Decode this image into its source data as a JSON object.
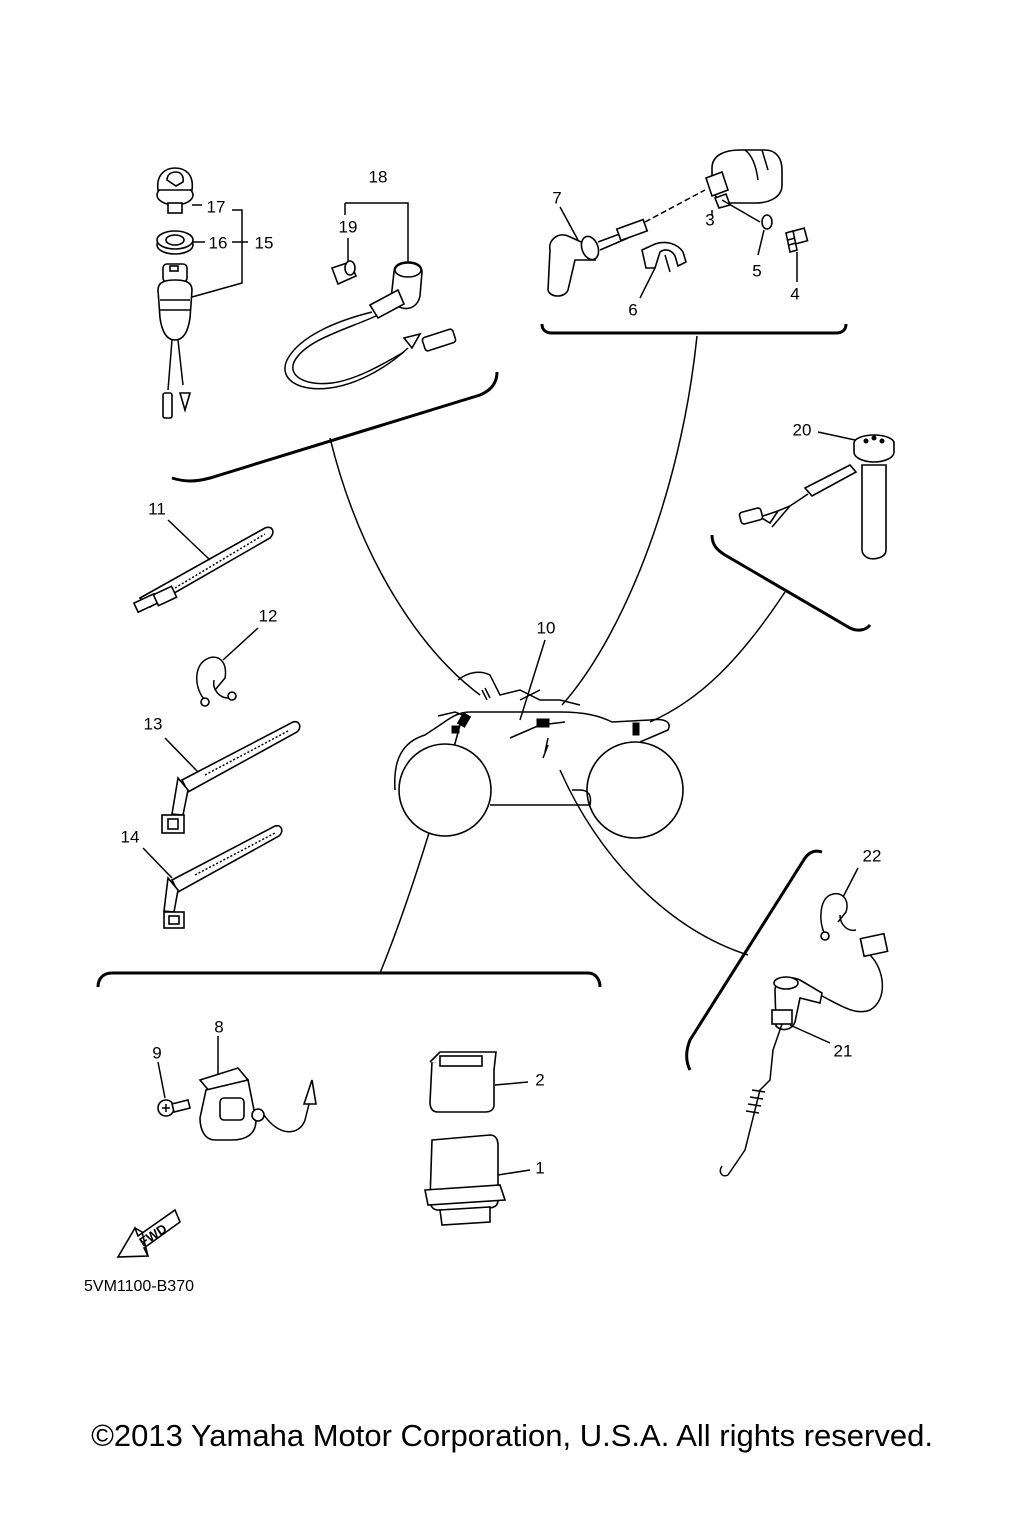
{
  "diagram": {
    "code": "5VM1100-B370",
    "fwd_label": "FWD",
    "copyright": "©2013 Yamaha Motor Corporation, U.S.A. All rights reserved."
  },
  "callouts": [
    {
      "id": "1",
      "label": "1"
    },
    {
      "id": "2",
      "label": "2"
    },
    {
      "id": "3",
      "label": "3"
    },
    {
      "id": "4",
      "label": "4"
    },
    {
      "id": "5",
      "label": "5"
    },
    {
      "id": "6",
      "label": "6"
    },
    {
      "id": "7",
      "label": "7"
    },
    {
      "id": "8",
      "label": "8"
    },
    {
      "id": "9",
      "label": "9"
    },
    {
      "id": "10",
      "label": "10"
    },
    {
      "id": "11",
      "label": "11"
    },
    {
      "id": "12",
      "label": "12"
    },
    {
      "id": "13",
      "label": "13"
    },
    {
      "id": "14",
      "label": "14"
    },
    {
      "id": "15",
      "label": "15"
    },
    {
      "id": "16",
      "label": "16"
    },
    {
      "id": "17",
      "label": "17"
    },
    {
      "id": "18",
      "label": "18"
    },
    {
      "id": "19",
      "label": "19"
    },
    {
      "id": "20",
      "label": "20"
    },
    {
      "id": "21",
      "label": "21"
    },
    {
      "id": "22",
      "label": "22"
    }
  ]
}
